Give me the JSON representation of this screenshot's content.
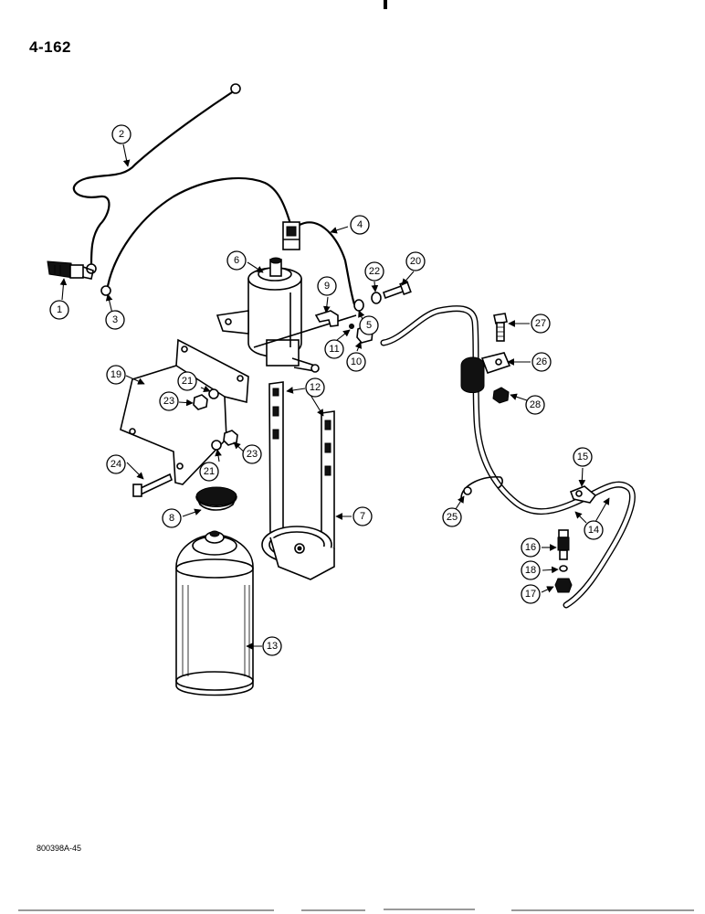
{
  "page_number": "4-162",
  "drawing_code": "800398A-45",
  "callouts": [
    "1",
    "2",
    "3",
    "4",
    "5",
    "6",
    "7",
    "8",
    "9",
    "10",
    "11",
    "12",
    "13",
    "14",
    "15",
    "16",
    "17",
    "18",
    "19",
    "20",
    "21",
    "22",
    "23",
    "24",
    "25",
    "26",
    "27",
    "28"
  ],
  "icons": {
    "arrow": "leader-arrow-icon"
  }
}
